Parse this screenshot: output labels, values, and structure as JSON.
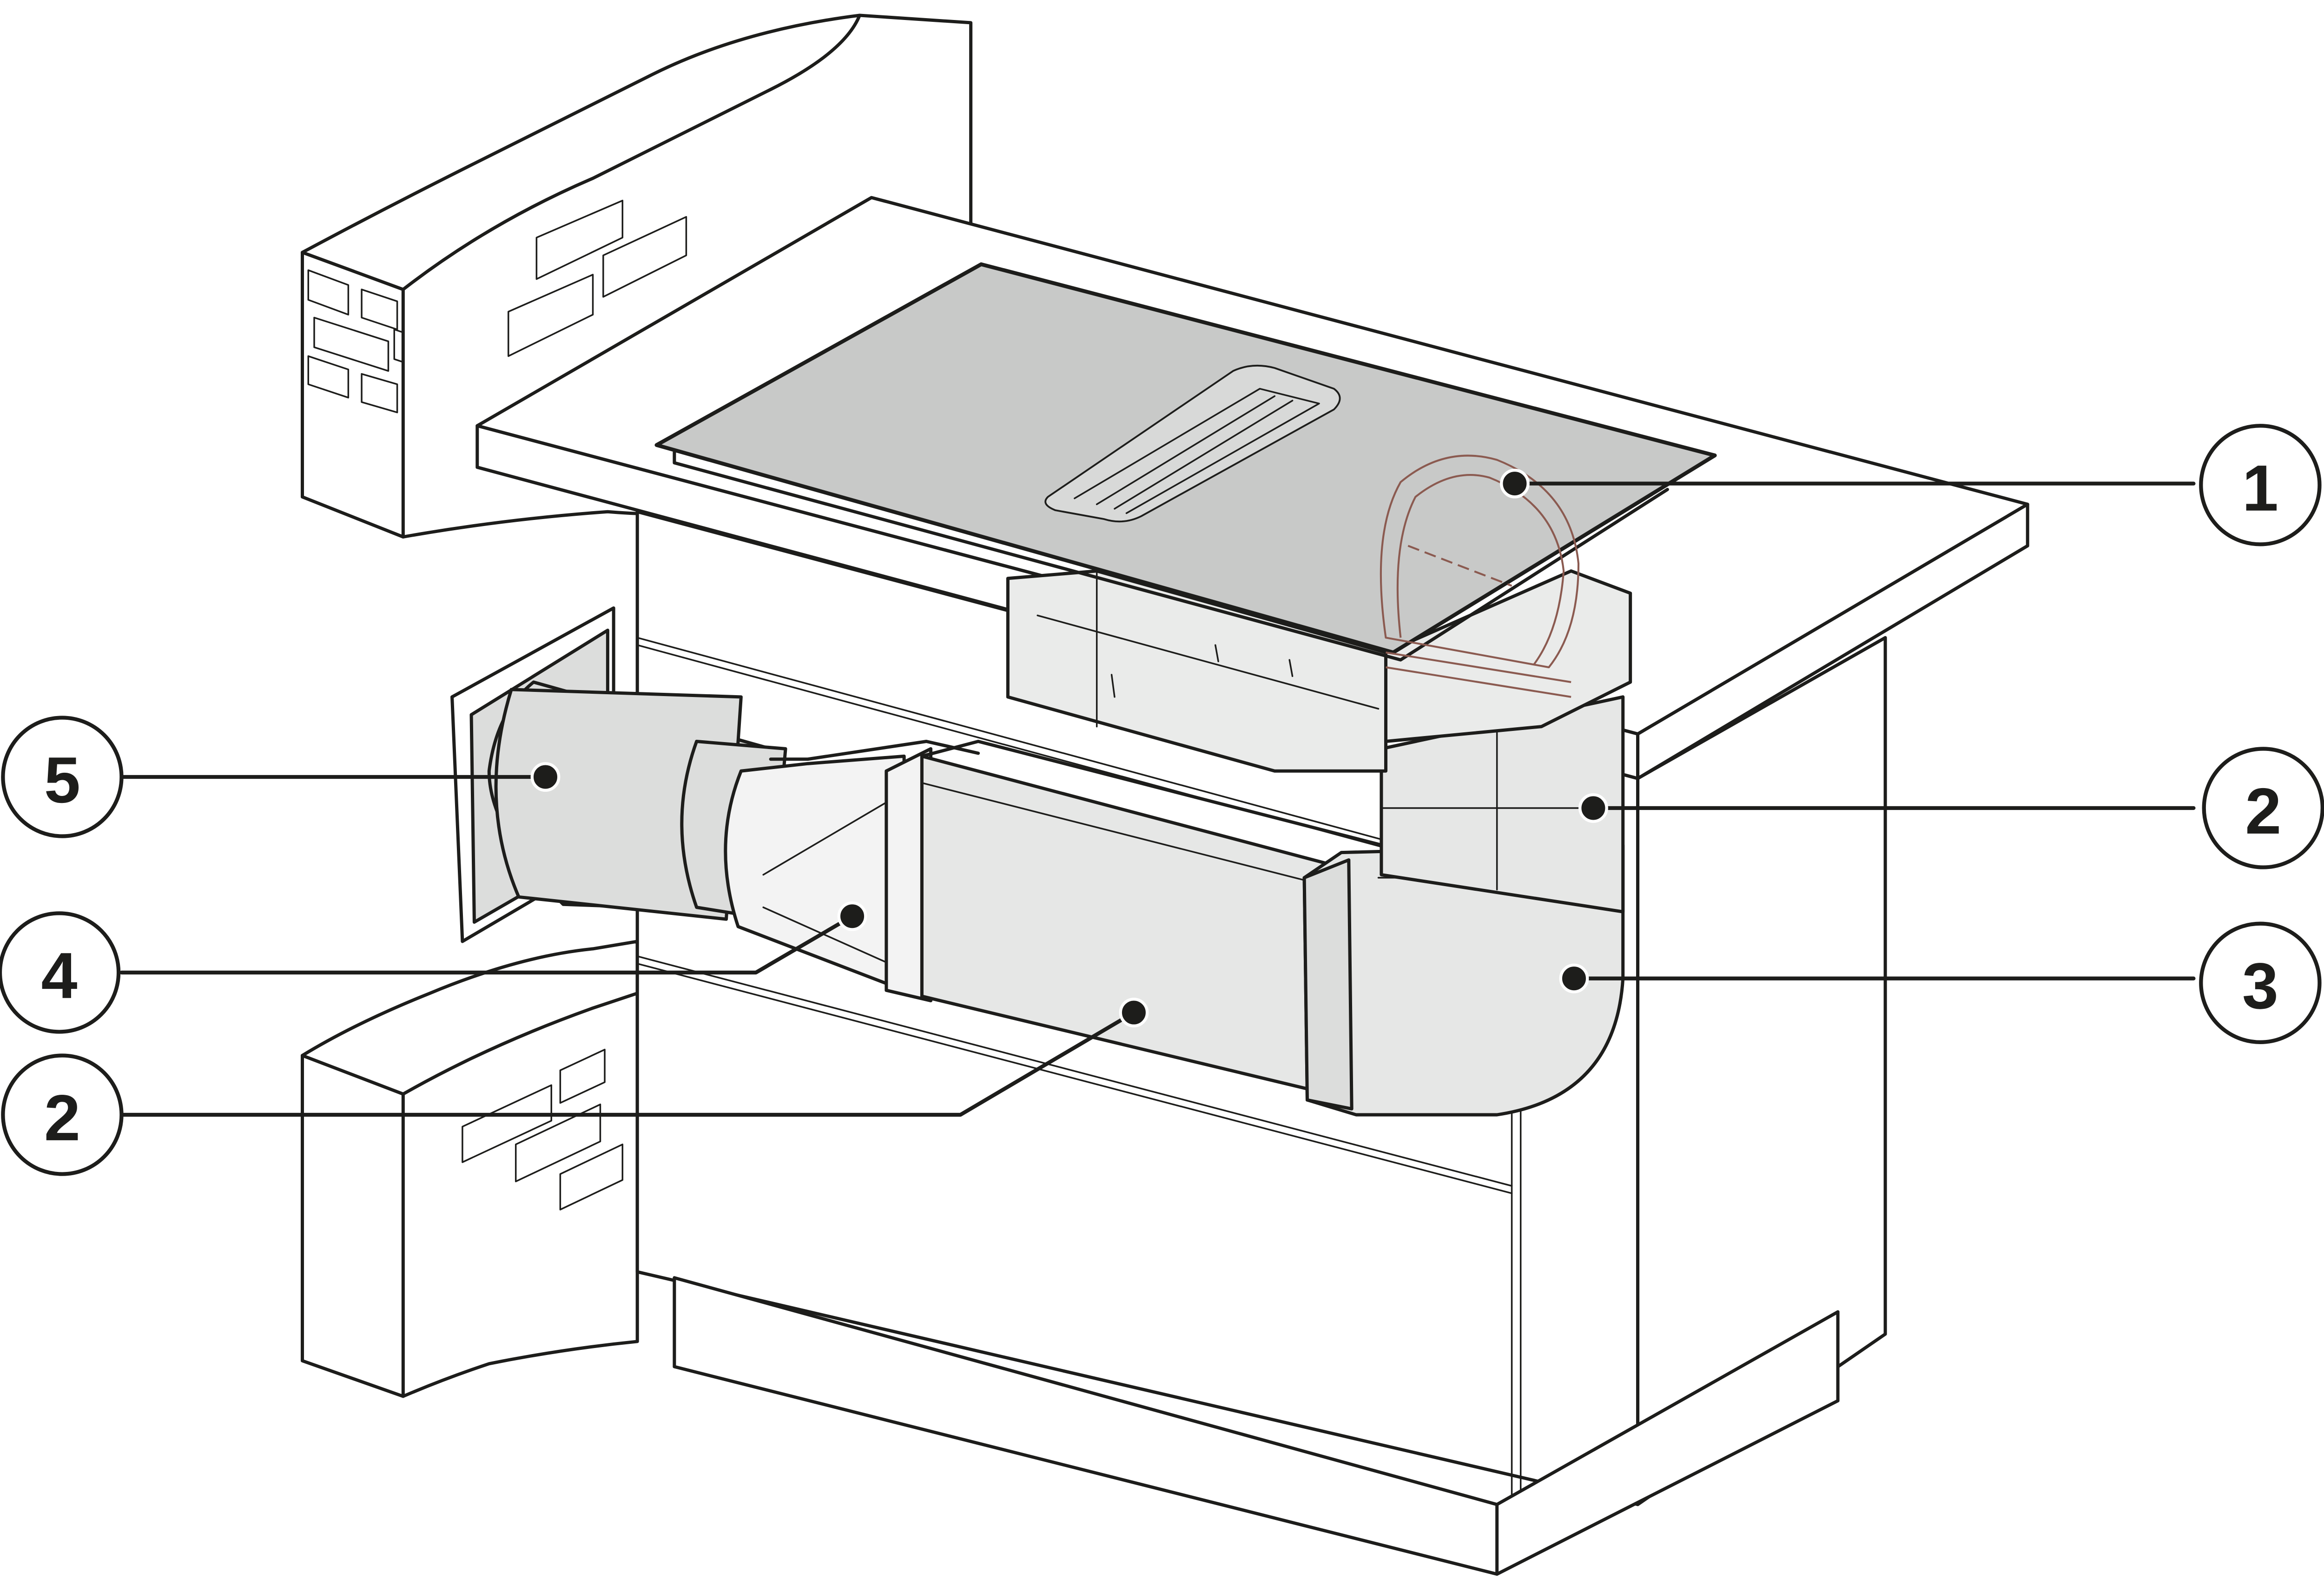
{
  "figure": {
    "title": "Downdraft cooktop with ducted air extraction installation",
    "colors": {
      "line": "#1d1d1b",
      "hob_glass": "#c8c9c8",
      "duct_fill": "#e6e7e6",
      "duct_fill_dark": "#dcdddc",
      "duct_fill_light": "#f3f3f3",
      "ghost_fan_outline": "#8b5a50",
      "background": "#ffffff"
    }
  },
  "callouts": [
    {
      "id": "c1",
      "number": "1",
      "side": "right",
      "target": "fan-motor-unit"
    },
    {
      "id": "c2a",
      "number": "2",
      "side": "right",
      "target": "vertical-flat-duct"
    },
    {
      "id": "c3",
      "number": "3",
      "side": "right",
      "target": "duct-elbow"
    },
    {
      "id": "c5",
      "number": "5",
      "side": "left",
      "target": "wall-box"
    },
    {
      "id": "c4",
      "number": "4",
      "side": "left",
      "target": "flat-to-round-adapter"
    },
    {
      "id": "c2b",
      "number": "2",
      "side": "left",
      "target": "horizontal-flat-duct"
    }
  ],
  "parts": {
    "hob": "cooktop-with-downdraft-vent",
    "fan": "fan-motor-unit",
    "flat_duct": "flat-duct",
    "elbow": "duct-elbow",
    "adapter": "flat-to-round-adapter",
    "wall_box": "wall-box",
    "cabinet": "kitchen-island-cabinet",
    "wall": "brick-wall-section"
  }
}
